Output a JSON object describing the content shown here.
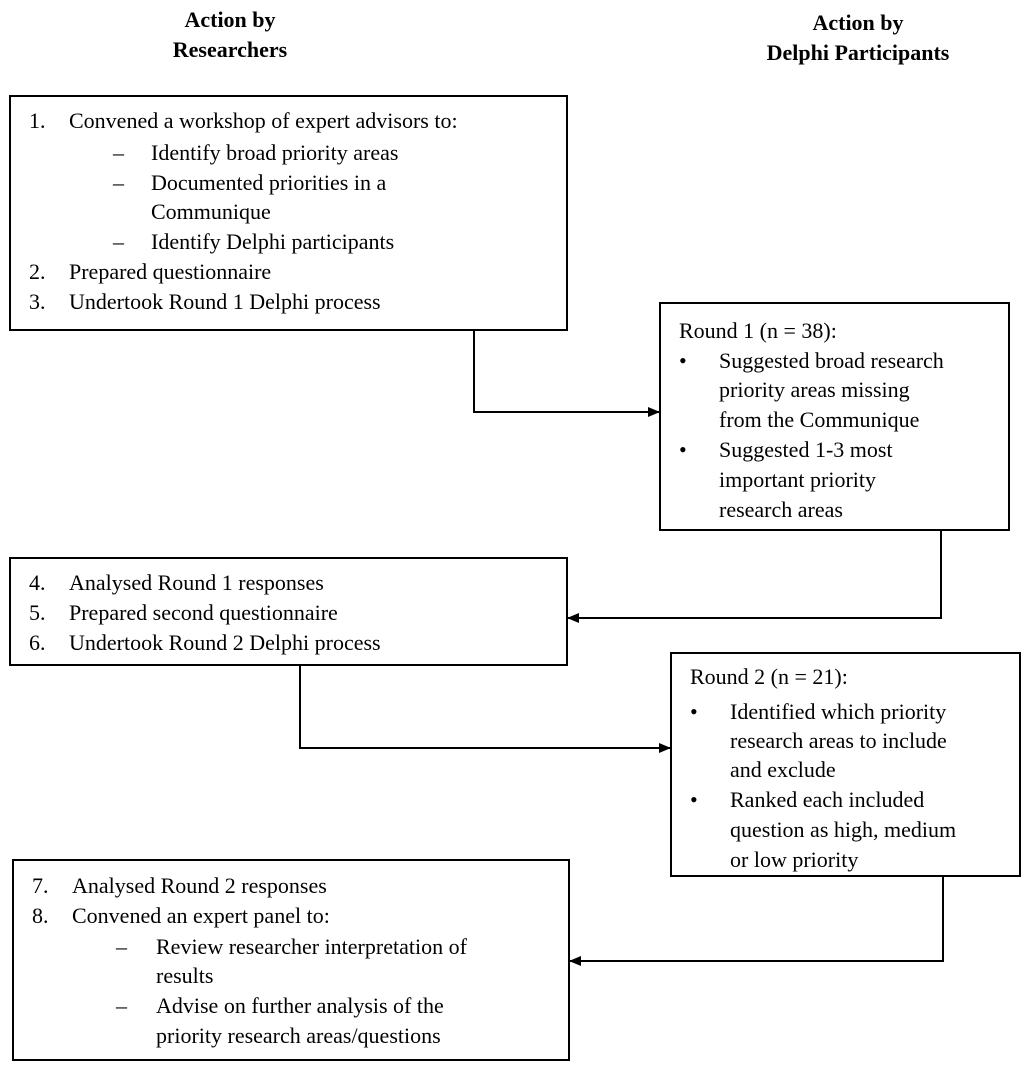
{
  "headers": {
    "researchers": [
      "Action by",
      "Researchers"
    ],
    "participants": [
      "Action by",
      "Delphi Participants"
    ]
  },
  "box1": {
    "items": [
      {
        "num": "1.",
        "text": "Convened a workshop of expert advisors to:"
      },
      {
        "num": "–",
        "text": "Identify broad priority areas"
      },
      {
        "num": "–",
        "text": "Documented priorities in a"
      },
      {
        "num": "",
        "text": "Communique"
      },
      {
        "num": "–",
        "text": "Identify Delphi participants"
      },
      {
        "num": "2.",
        "text": "Prepared questionnaire"
      },
      {
        "num": "3.",
        "text": "Undertook Round 1 Delphi process"
      }
    ]
  },
  "box2": {
    "title": "Round 1 (n = 38):",
    "items": [
      {
        "num": "•",
        "text": "Suggested broad research"
      },
      {
        "num": "",
        "text": "priority areas missing"
      },
      {
        "num": "",
        "text": "from the Communique"
      },
      {
        "num": "•",
        "text": "Suggested 1-3 most"
      },
      {
        "num": "",
        "text": "important priority"
      },
      {
        "num": "",
        "text": "research areas"
      }
    ]
  },
  "box3": {
    "items": [
      {
        "num": "4.",
        "text": "Analysed Round 1 responses"
      },
      {
        "num": "5.",
        "text": "Prepared second questionnaire"
      },
      {
        "num": "6.",
        "text": "Undertook Round 2 Delphi process"
      }
    ]
  },
  "box4": {
    "title": "Round 2 (n = 21):",
    "items": [
      {
        "num": "•",
        "text": "Identified which priority"
      },
      {
        "num": "",
        "text": "research areas to include"
      },
      {
        "num": "",
        "text": "and exclude"
      },
      {
        "num": "•",
        "text": "Ranked each included"
      },
      {
        "num": "",
        "text": "question as high, medium"
      },
      {
        "num": "",
        "text": "or low priority"
      }
    ]
  },
  "box5": {
    "items": [
      {
        "num": "7.",
        "text": "Analysed Round 2 responses"
      },
      {
        "num": "8.",
        "text": "Convened an expert panel to:"
      },
      {
        "num": "–",
        "text": "Review researcher interpretation of"
      },
      {
        "num": "",
        "text": "results"
      },
      {
        "num": "–",
        "text": "Advise on further analysis of the"
      },
      {
        "num": "",
        "text": "priority research areas/questions"
      }
    ]
  }
}
